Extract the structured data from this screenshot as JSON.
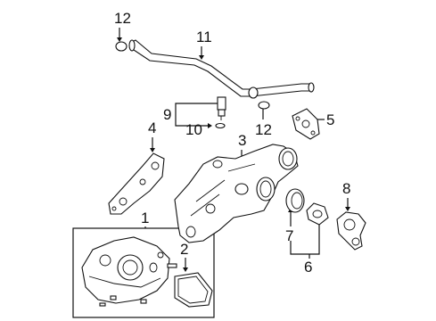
{
  "diagram": {
    "callouts": [
      {
        "id": "1",
        "text": "1"
      },
      {
        "id": "2",
        "text": "2"
      },
      {
        "id": "3",
        "text": "3"
      },
      {
        "id": "4",
        "text": "4"
      },
      {
        "id": "5",
        "text": "5"
      },
      {
        "id": "6",
        "text": "6"
      },
      {
        "id": "7",
        "text": "7"
      },
      {
        "id": "8",
        "text": "8"
      },
      {
        "id": "9",
        "text": "9"
      },
      {
        "id": "10",
        "text": "10"
      },
      {
        "id": "11",
        "text": "11"
      },
      {
        "id": "12a",
        "text": "12"
      },
      {
        "id": "12b",
        "text": "12"
      }
    ]
  }
}
